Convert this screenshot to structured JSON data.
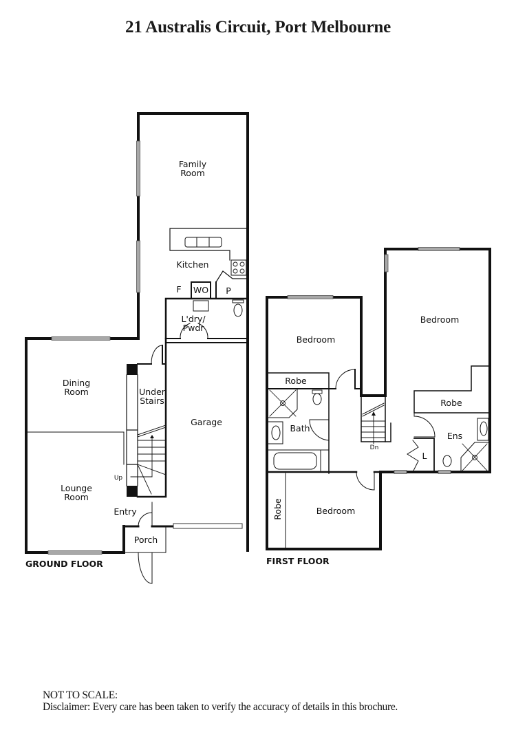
{
  "header": {
    "title": "21 Australis Circuit, Port Melbourne"
  },
  "ground_floor": {
    "label": "GROUND FLOOR",
    "rooms": {
      "family_room": [
        "Family",
        "Room"
      ],
      "kitchen": "Kitchen",
      "fridge": "F",
      "wall_oven": "WO",
      "pantry": "P",
      "laundry_powder": [
        "L'dry/",
        "Pwdr"
      ],
      "dining_room": [
        "Dining",
        "Room"
      ],
      "under_stairs": [
        "Under",
        "Stairs"
      ],
      "garage": "Garage",
      "lounge_room": [
        "Lounge",
        "Room"
      ],
      "entry": "Entry",
      "porch": "Porch",
      "stairs_up": "Up"
    }
  },
  "first_floor": {
    "label": "FIRST FLOOR",
    "rooms": {
      "bedroom_1": "Bedroom",
      "robe_1": "Robe",
      "bath": "Bath",
      "bedroom_2": "Bedroom",
      "robe_2": "Robe",
      "bedroom_3": "Bedroom",
      "robe_3": "Robe",
      "ensuite": "Ens",
      "linen": "L",
      "stairs_down": "Dn"
    }
  },
  "footer": {
    "scale_note": "NOT TO SCALE:",
    "disclaimer": "Disclaimer: Every care has been taken to verify the accuracy of details in this brochure."
  },
  "colors": {
    "wall": "#111111",
    "window": "#a8a8a8",
    "background": "#ffffff"
  }
}
